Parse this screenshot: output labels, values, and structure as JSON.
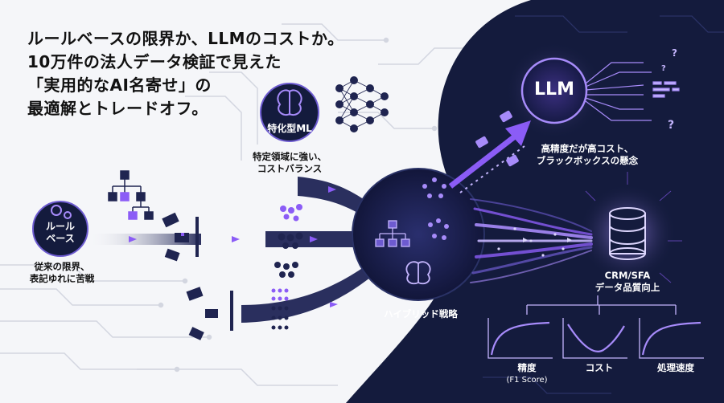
{
  "title": {
    "lines": [
      "ルールベースの限界か、LLMのコストか。",
      "10万件の法人データ検証で見えた",
      "「実用的なAI名寄せ」の",
      "最適解とトレードオフ。"
    ]
  },
  "nodes": {
    "rule_based": {
      "label_line1": "ルール",
      "label_line2": "ベース",
      "desc_line1": "従来の限界、",
      "desc_line2": "表記ゆれに苦戦"
    },
    "specialized_ml": {
      "label": "特化型ML",
      "desc_line1": "特定領域に強い、",
      "desc_line2": "コストバランス"
    },
    "llm": {
      "label": "LLM",
      "desc_line1": "高精度だが高コスト、",
      "desc_line2": "ブラックボックスの懸念"
    },
    "hybrid": {
      "label": "ハイブリッド戦略"
    },
    "crm": {
      "label_line1": "CRM/SFA",
      "label_line2": "データ品質向上"
    }
  },
  "metrics": [
    {
      "label": "精度",
      "sub": "(F1 Score)",
      "curve": "rising"
    },
    {
      "label": "コスト",
      "sub": "",
      "curve": "u-shape"
    },
    {
      "label": "処理速度",
      "sub": "",
      "curve": "rising"
    }
  ],
  "colors": {
    "navy": "#141b3d",
    "purple": "#8b5cf6",
    "light_purple": "#c4b5fd",
    "text_dark": "#111111"
  }
}
